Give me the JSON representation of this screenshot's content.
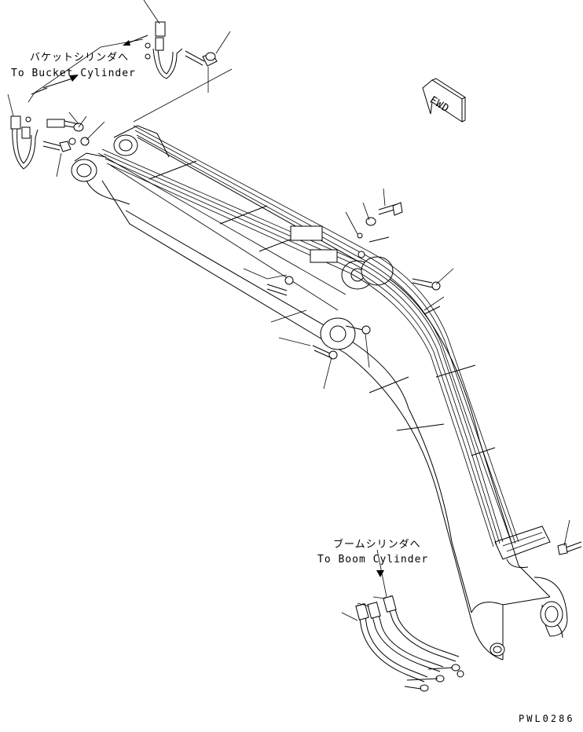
{
  "labels": {
    "bucket_jp": "バケットシリンダへ",
    "bucket_en": "To Bucket Cylinder",
    "boom_jp": "ブームシリンダへ",
    "boom_en": "To Boom Cylinder",
    "fwd": "FWD",
    "drawing_no": "PWL0286"
  }
}
